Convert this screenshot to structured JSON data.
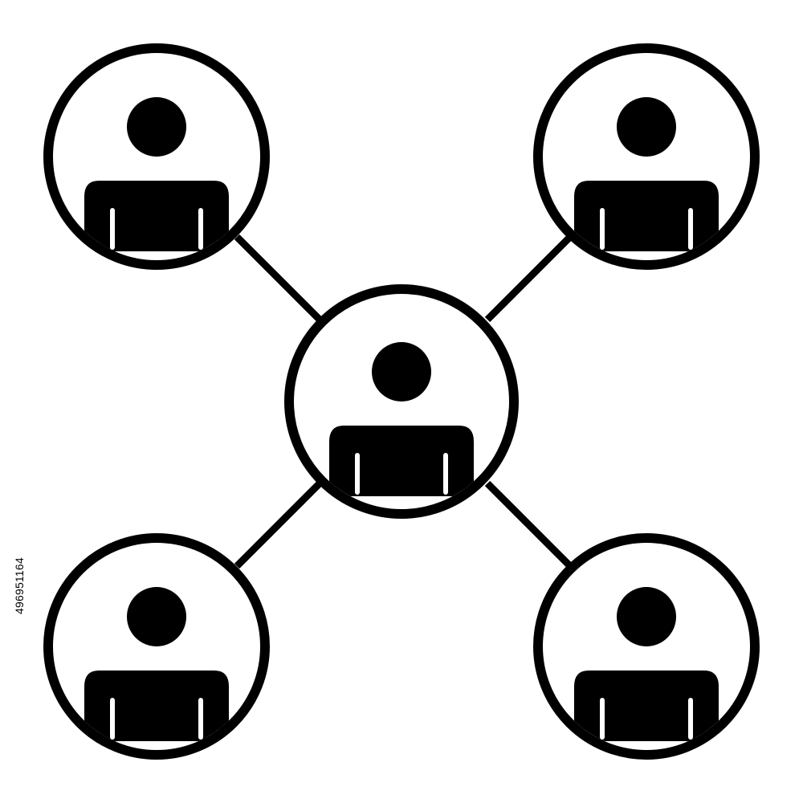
{
  "diagram": {
    "icon": "user-network-icon",
    "center_node": {
      "icon": "user-icon"
    },
    "outer_nodes": [
      {
        "id": "top-left",
        "icon": "user-icon"
      },
      {
        "id": "top-right",
        "icon": "user-icon"
      },
      {
        "id": "bottom-left",
        "icon": "user-icon"
      },
      {
        "id": "bottom-right",
        "icon": "user-icon"
      }
    ],
    "colors": {
      "stroke": "#000000",
      "fill": "#000000",
      "background": "#ffffff"
    }
  },
  "watermark": {
    "stock_id": "496951164"
  }
}
